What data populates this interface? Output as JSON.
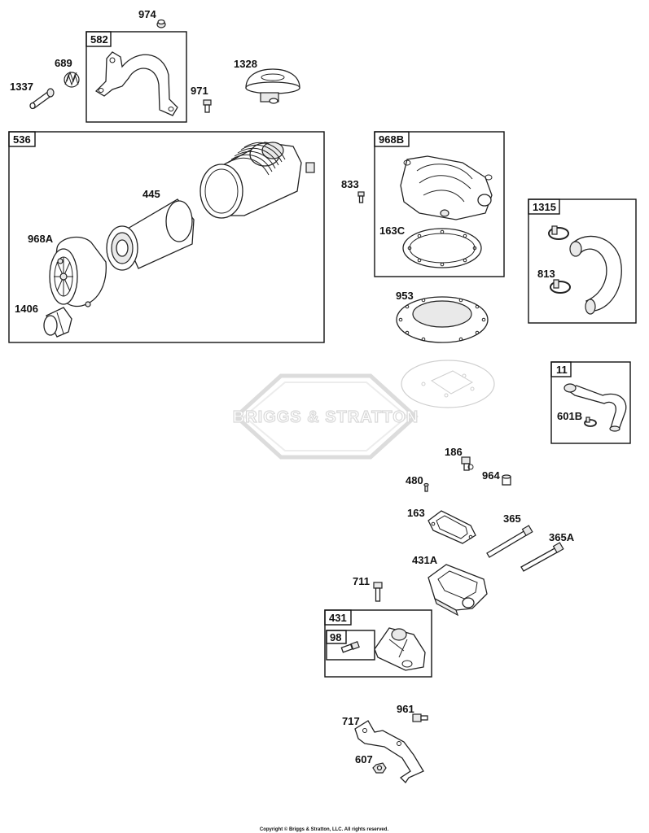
{
  "watermark": {
    "text": "BRIGGS & STRATTON"
  },
  "copyright": "Copyright © Briggs & Stratton, LLC. All rights reserved.",
  "boxes": {
    "b582": "582",
    "b536": "536",
    "b968B": "968B",
    "b1315": "1315",
    "b11": "11",
    "b431": "431",
    "b98": "98"
  },
  "labels": {
    "p974": "974",
    "p689": "689",
    "p1337": "1337",
    "p971": "971",
    "p1328": "1328",
    "p445": "445",
    "p968A": "968A",
    "p1406": "1406",
    "p833": "833",
    "p163C": "163C",
    "p813": "813",
    "p953": "953",
    "p601B": "601B",
    "p186": "186",
    "p964": "964",
    "p480": "480",
    "p163": "163",
    "p365": "365",
    "p365A": "365A",
    "p431A": "431A",
    "p711": "711",
    "p961": "961",
    "p717": "717",
    "p607": "607"
  }
}
